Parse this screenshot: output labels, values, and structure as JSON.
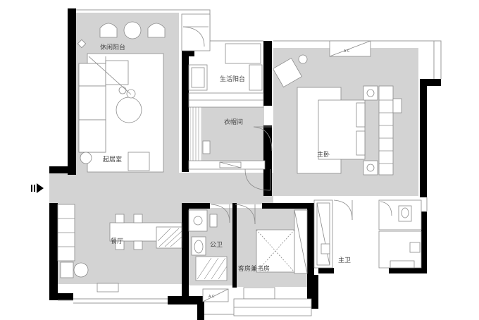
{
  "rooms": {
    "leisure_balcony": "休闲阳台",
    "living_room": "起居室",
    "service_balcony": "生活阳台",
    "cloakroom": "衣帽间",
    "master_bedroom": "主卧",
    "dining": "餐厅",
    "public_bath": "公卫",
    "guest_study": "客房兼书房",
    "master_bath": "主卫"
  },
  "marks": {
    "ac_top": "A C",
    "ac_bottom": "A C"
  },
  "colors": {
    "floor": "#d3d3d3",
    "wall": "#000000",
    "fixture_stroke": "#8a8a8a",
    "background": "#ffffff"
  },
  "icons": {
    "entrance": "entrance-arrow-icon"
  }
}
